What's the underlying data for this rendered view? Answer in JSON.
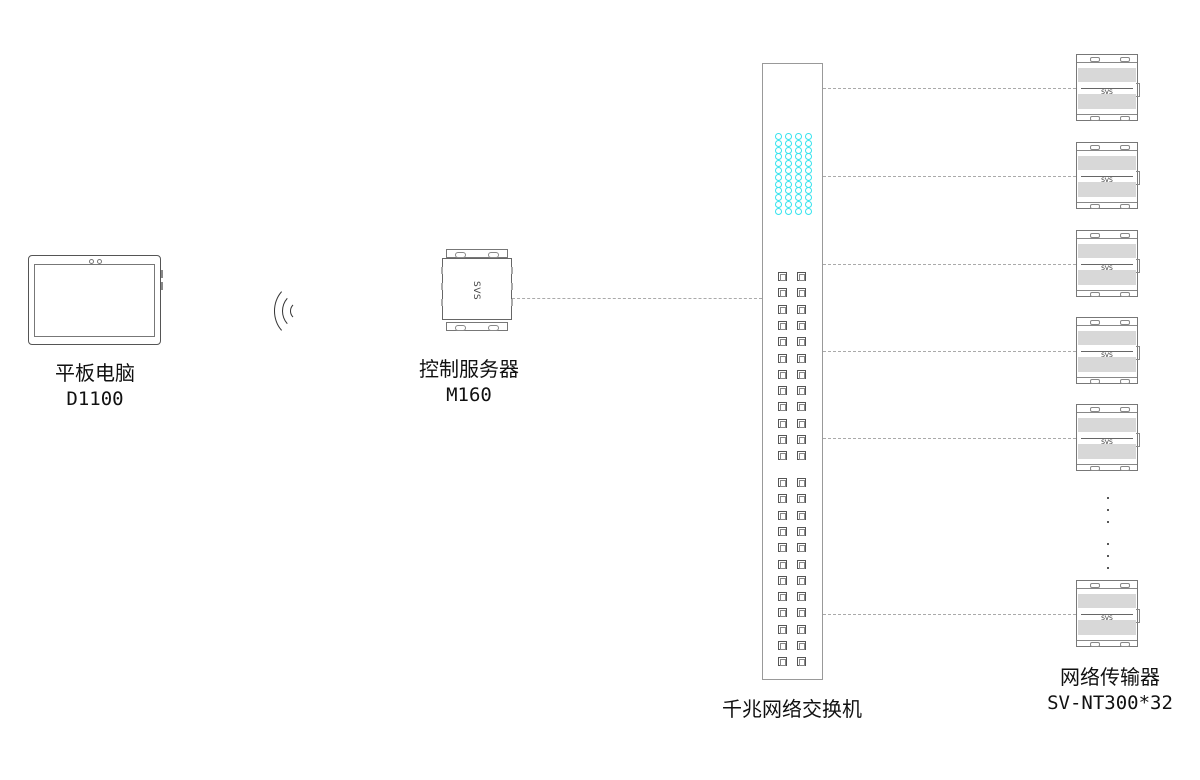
{
  "diagram": {
    "type": "network-topology",
    "nodes": [
      {
        "id": "tablet",
        "title": "平板电脑",
        "model": "D1100",
        "icon": "tablet-icon"
      },
      {
        "id": "wireless",
        "icon": "wifi-icon"
      },
      {
        "id": "server",
        "title": "控制服务器",
        "model": "M160",
        "brand": "SVS",
        "icon": "server-icon"
      },
      {
        "id": "switch",
        "title": "千兆网络交换机",
        "icon": "network-switch-icon",
        "leds": {
          "columns": 4,
          "rows": 12,
          "color": "#38e3ee"
        },
        "ports": {
          "columns": 2,
          "groups": 2,
          "rows_per_group": 12
        }
      },
      {
        "id": "transmitters",
        "title": "网络传输器",
        "model": "SV-NT300*32",
        "brand": "SVS",
        "icon": "transmitter-icon",
        "visible_units": 6
      }
    ],
    "edges": [
      {
        "from": "tablet",
        "to": "server",
        "style": "wireless"
      },
      {
        "from": "server",
        "to": "switch",
        "style": "dashed"
      },
      {
        "from": "switch",
        "to": "transmitters",
        "style": "dashed",
        "count": 6
      }
    ]
  },
  "labels": {
    "tablet_title": "平板电脑",
    "tablet_model": "D1100",
    "server_title": "控制服务器",
    "server_model": "M160",
    "switch_title": "千兆网络交换机",
    "tx_title": "网络传输器",
    "tx_model": "SV-NT300*32",
    "server_brand": "SVS",
    "tx_brand": "SVS",
    "ellipsis": "⋮"
  },
  "colors": {
    "led": "#38e3ee",
    "line": "#aaaaaa",
    "outline": "#666666"
  }
}
